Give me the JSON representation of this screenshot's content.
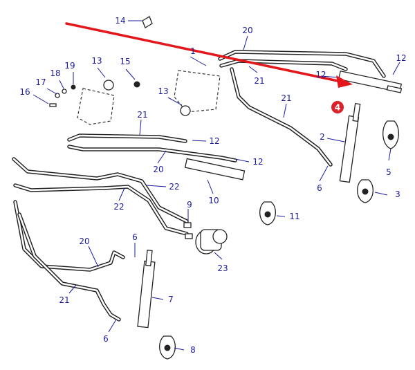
{
  "diagram": {
    "highlight": {
      "label": "4",
      "color": "#d8232a"
    },
    "arrow_color": "#e3161b",
    "callout_color": "#1a1a9e",
    "callouts": [
      {
        "id": "c14",
        "label": "14"
      },
      {
        "id": "c20a",
        "label": "20"
      },
      {
        "id": "c1",
        "label": "1"
      },
      {
        "id": "c12a",
        "label": "12"
      },
      {
        "id": "c12b",
        "label": "12"
      },
      {
        "id": "c21a",
        "label": "21"
      },
      {
        "id": "c13a",
        "label": "13"
      },
      {
        "id": "c15",
        "label": "15"
      },
      {
        "id": "c19",
        "label": "19"
      },
      {
        "id": "c18",
        "label": "18"
      },
      {
        "id": "c17",
        "label": "17"
      },
      {
        "id": "c16",
        "label": "16"
      },
      {
        "id": "c13b",
        "label": "13"
      },
      {
        "id": "c21b",
        "label": "21"
      },
      {
        "id": "c21c",
        "label": "21"
      },
      {
        "id": "c12c",
        "label": "12"
      },
      {
        "id": "c12d",
        "label": "12"
      },
      {
        "id": "c20b",
        "label": "20"
      },
      {
        "id": "c2",
        "label": "2"
      },
      {
        "id": "c5",
        "label": "5"
      },
      {
        "id": "c6a",
        "label": "6"
      },
      {
        "id": "c3",
        "label": "3"
      },
      {
        "id": "c22a",
        "label": "22"
      },
      {
        "id": "c22b",
        "label": "22"
      },
      {
        "id": "c10",
        "label": "10"
      },
      {
        "id": "c9",
        "label": "9"
      },
      {
        "id": "c11",
        "label": "11"
      },
      {
        "id": "c20c",
        "label": "20"
      },
      {
        "id": "c6b",
        "label": "6"
      },
      {
        "id": "c23",
        "label": "23"
      },
      {
        "id": "c21d",
        "label": "21"
      },
      {
        "id": "c7",
        "label": "7"
      },
      {
        "id": "c6c",
        "label": "6"
      },
      {
        "id": "c8",
        "label": "8"
      }
    ]
  }
}
